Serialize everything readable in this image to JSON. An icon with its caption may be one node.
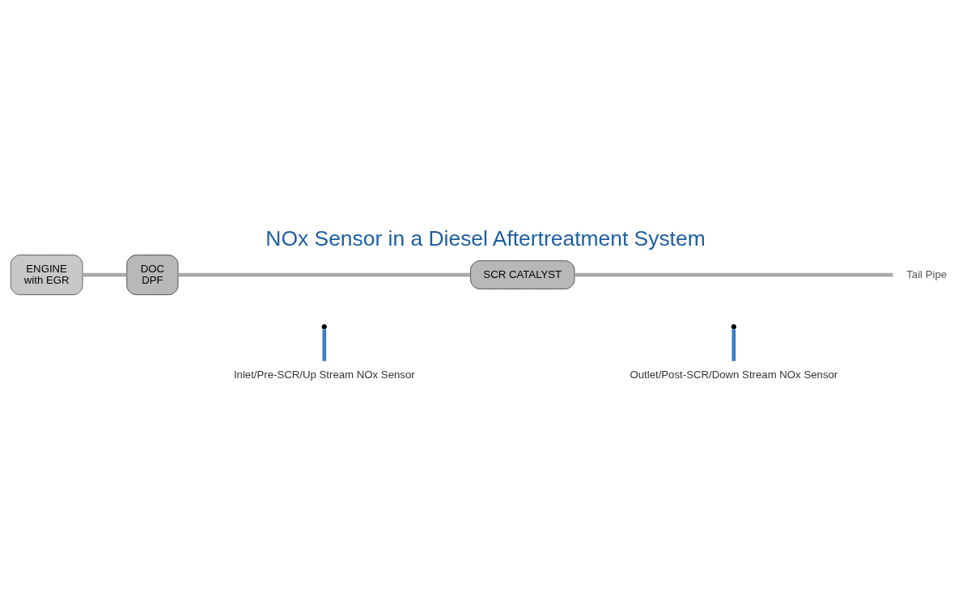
{
  "diagram": {
    "title": "NOx Sensor in a Diesel Aftertreatment System",
    "nodes": [
      {
        "text": [
          "ENGINE",
          "with EGR"
        ]
      },
      {
        "text": [
          "DOC",
          "DPF"
        ]
      },
      {
        "text": [
          "SCR CATALYST"
        ]
      },
      {
        "text": [
          "Tail Pipe"
        ]
      },
      {
        "text": [
          "Inlet/Pre-SCR/Up Stream NOx Sensor"
        ]
      },
      {
        "text": [
          "Outlet/Post-SCR/Down Stream NOx Sensor"
        ]
      }
    ],
    "edges": [
      {
        "from": 0,
        "to": 1,
        "arrow": "none"
      },
      {
        "from": 1,
        "to": 2,
        "arrow": "none"
      },
      {
        "from": 2,
        "to": 3,
        "arrow": "none"
      },
      {
        "from": 4,
        "to": null,
        "arrow": "none",
        "color": "#3a7fc4"
      },
      {
        "from": 5,
        "to": null,
        "arrow": "none",
        "color": "#3a7fc4"
      }
    ]
  }
}
